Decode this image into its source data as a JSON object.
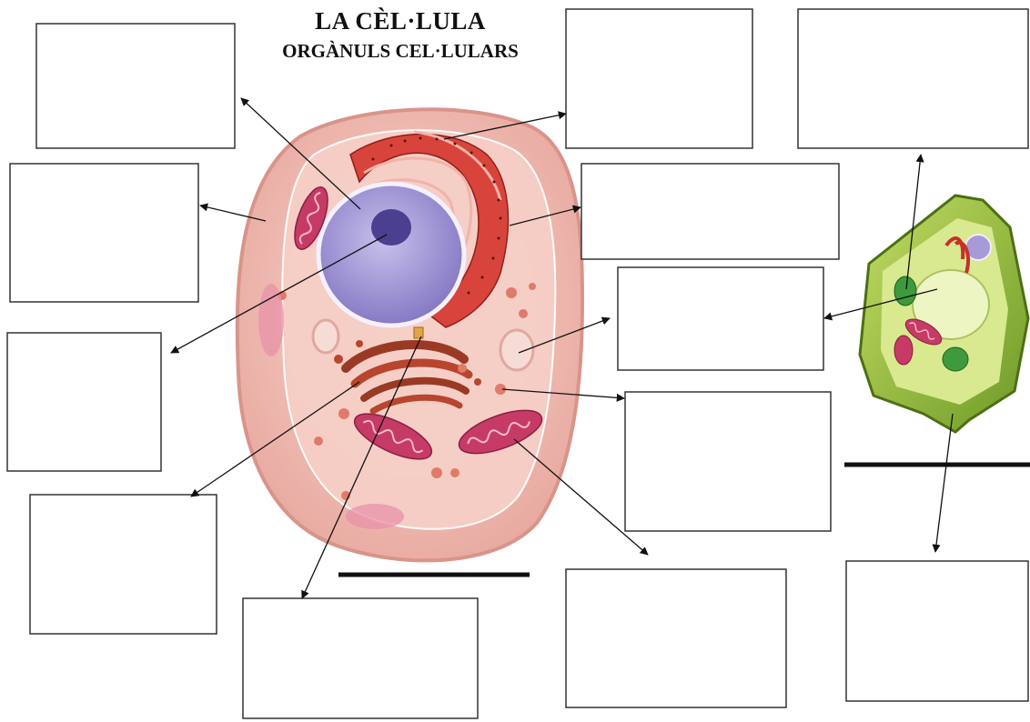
{
  "title": "LA CÈL·LULA",
  "subtitle": "ORGÀNULS CEL·LULARS",
  "label_boxes": [
    {
      "id": "box-top-left",
      "value": ""
    },
    {
      "id": "box-left-upper",
      "value": ""
    },
    {
      "id": "box-left-middle",
      "value": ""
    },
    {
      "id": "box-left-lower",
      "value": ""
    },
    {
      "id": "box-bottom-center-left",
      "value": ""
    },
    {
      "id": "box-top-center",
      "value": ""
    },
    {
      "id": "box-right-upper",
      "value": ""
    },
    {
      "id": "box-right-middle",
      "value": ""
    },
    {
      "id": "box-right-lower",
      "value": ""
    },
    {
      "id": "box-bottom-center-right",
      "value": ""
    },
    {
      "id": "box-top-right",
      "value": ""
    },
    {
      "id": "box-bottom-right",
      "value": ""
    }
  ],
  "cell_name_lines": [
    {
      "id": "animal-cell-name",
      "value": ""
    },
    {
      "id": "plant-cell-name",
      "value": ""
    }
  ],
  "colors": {
    "cytoplasm": "#f3c3bc",
    "membrane": "#e7a79f",
    "nucleus": "#9a8fd0",
    "nucleolus": "#4b3f8f",
    "er": "#d8443b",
    "mitochondria": "#c63b66",
    "golgi": "#b8452d",
    "plant_wall": "#8db43a",
    "chloroplast": "#3f9a3d"
  }
}
